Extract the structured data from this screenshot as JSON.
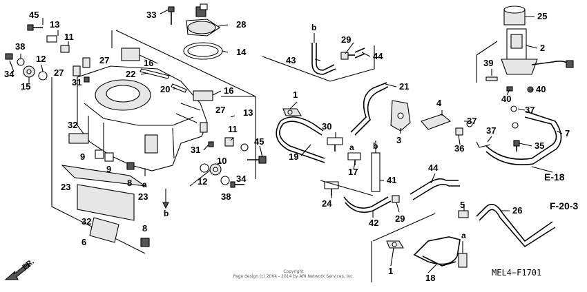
{
  "callouts": [
    {
      "id": "c45a",
      "text": "45"
    },
    {
      "id": "c13a",
      "text": "13"
    },
    {
      "id": "c11a",
      "text": "11"
    },
    {
      "id": "c38a",
      "text": "38"
    },
    {
      "id": "c12a",
      "text": "12"
    },
    {
      "id": "c34a",
      "text": "34"
    },
    {
      "id": "c15",
      "text": "15"
    },
    {
      "id": "c27a",
      "text": "27"
    },
    {
      "id": "c27b",
      "text": "27"
    },
    {
      "id": "c31a",
      "text": "31"
    },
    {
      "id": "c33",
      "text": "33"
    },
    {
      "id": "c28",
      "text": "28"
    },
    {
      "id": "c14",
      "text": "14"
    },
    {
      "id": "c16a",
      "text": "16"
    },
    {
      "id": "c22",
      "text": "22"
    },
    {
      "id": "c20",
      "text": "20"
    },
    {
      "id": "c16b",
      "text": "16"
    },
    {
      "id": "c27c",
      "text": "27"
    },
    {
      "id": "c13b",
      "text": "13"
    },
    {
      "id": "c11b",
      "text": "11"
    },
    {
      "id": "c45b",
      "text": "45"
    },
    {
      "id": "c31b",
      "text": "31"
    },
    {
      "id": "c10",
      "text": "10"
    },
    {
      "id": "c12b",
      "text": "12"
    },
    {
      "id": "c34b",
      "text": "34"
    },
    {
      "id": "c38b",
      "text": "38"
    },
    {
      "id": "c32a",
      "text": "32"
    },
    {
      "id": "c9a",
      "text": "9"
    },
    {
      "id": "c9b",
      "text": "9"
    },
    {
      "id": "c8a",
      "text": "8"
    },
    {
      "id": "c23a",
      "text": "23"
    },
    {
      "id": "c23b",
      "text": "23"
    },
    {
      "id": "c32b",
      "text": "32"
    },
    {
      "id": "c8b",
      "text": "8"
    },
    {
      "id": "c6",
      "text": "6"
    },
    {
      "id": "c43",
      "text": "43"
    },
    {
      "id": "c29a",
      "text": "29"
    },
    {
      "id": "c44a",
      "text": "44"
    },
    {
      "id": "c21",
      "text": "21"
    },
    {
      "id": "c1a",
      "text": "1"
    },
    {
      "id": "c30",
      "text": "30"
    },
    {
      "id": "c19",
      "text": "19"
    },
    {
      "id": "c17",
      "text": "17"
    },
    {
      "id": "c3",
      "text": "3"
    },
    {
      "id": "c4",
      "text": "4"
    },
    {
      "id": "c37a",
      "text": "37"
    },
    {
      "id": "c36",
      "text": "36"
    },
    {
      "id": "c37b",
      "text": "37"
    },
    {
      "id": "c37c",
      "text": "37"
    },
    {
      "id": "c35",
      "text": "35"
    },
    {
      "id": "c7",
      "text": "7"
    },
    {
      "id": "c41",
      "text": "41"
    },
    {
      "id": "c24",
      "text": "24"
    },
    {
      "id": "c42",
      "text": "42"
    },
    {
      "id": "c29b",
      "text": "29"
    },
    {
      "id": "c44b",
      "text": "44"
    },
    {
      "id": "c5",
      "text": "5"
    },
    {
      "id": "c26",
      "text": "26"
    },
    {
      "id": "c18",
      "text": "18"
    },
    {
      "id": "c1b",
      "text": "1"
    },
    {
      "id": "c25",
      "text": "25"
    },
    {
      "id": "c2",
      "text": "2"
    },
    {
      "id": "c39",
      "text": "39"
    },
    {
      "id": "c40a",
      "text": "40"
    },
    {
      "id": "c40b",
      "text": "40"
    }
  ],
  "letters": [
    {
      "id": "la1",
      "text": "a"
    },
    {
      "id": "lb1",
      "text": "b"
    },
    {
      "id": "la2",
      "text": "a"
    },
    {
      "id": "lb2",
      "text": "b"
    },
    {
      "id": "lb3",
      "text": "b"
    },
    {
      "id": "la3",
      "text": "a"
    }
  ],
  "refs": {
    "e18": "E-18",
    "f203": "F-20-3"
  },
  "diagram_code": "MEL4−F1701",
  "copyright": {
    "line1": "Copyright",
    "line2": "Page design (c) 2004 - 2014 by ARI Network Services, Inc."
  },
  "front_marker": "FR.",
  "icons": {
    "front_arrow": "arrow-down-left-icon",
    "pointer_arrow": "arrow-down-icon"
  }
}
